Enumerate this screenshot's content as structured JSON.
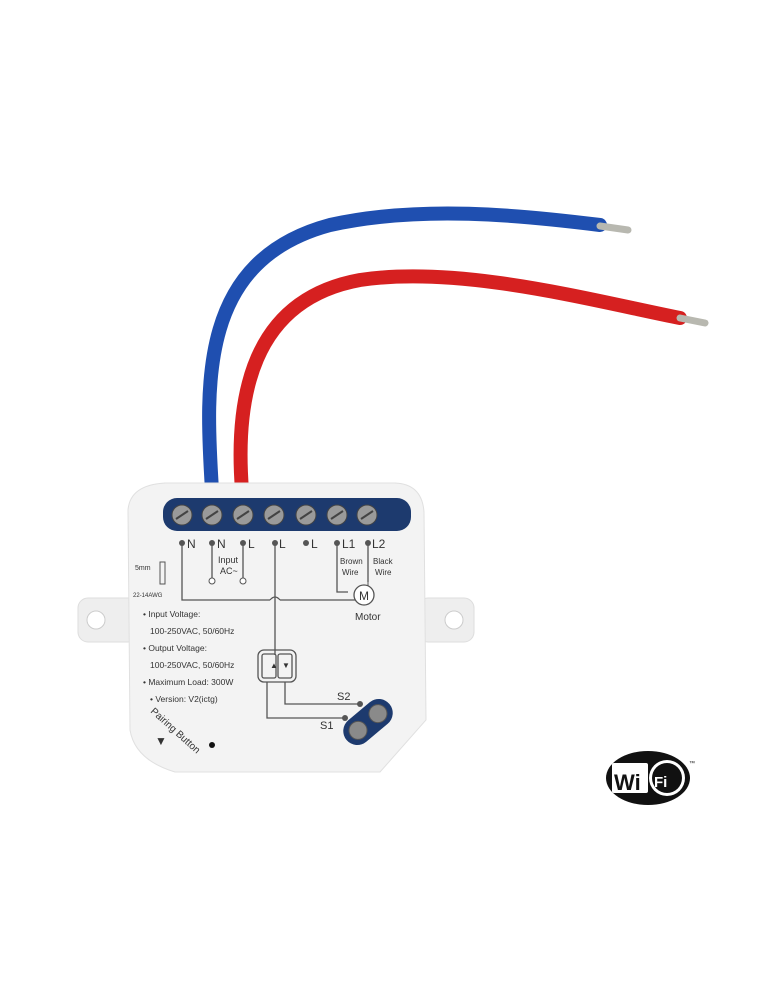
{
  "terminals": [
    "N",
    "N",
    "L",
    "L",
    "L",
    "L1",
    "L2"
  ],
  "labels": {
    "input_ac_1": "Input",
    "input_ac_2": "AC~",
    "brown_1": "Brown",
    "brown_2": "Wire",
    "black_1": "Black",
    "black_2": "Wire",
    "motor_symbol": "M",
    "motor": "Motor",
    "strip_length": "5mm",
    "awg": "22-14AWG",
    "s1": "S1",
    "s2": "S2",
    "pairing": "Pairing Button"
  },
  "specs": [
    "• Input Voltage:",
    "100-250VAC, 50/60Hz",
    "• Output Voltage:",
    "100-250VAC, 50/60Hz",
    "• Maximum Load: 300W",
    "• Version: V2(ictg)"
  ],
  "logo": {
    "text": "WiFi",
    "tm": "™"
  },
  "colors": {
    "blue_wire": "#1f4fb0",
    "red_wire": "#d62020",
    "terminal_block": "#1d3a6e",
    "body": "#f3f3f3"
  }
}
